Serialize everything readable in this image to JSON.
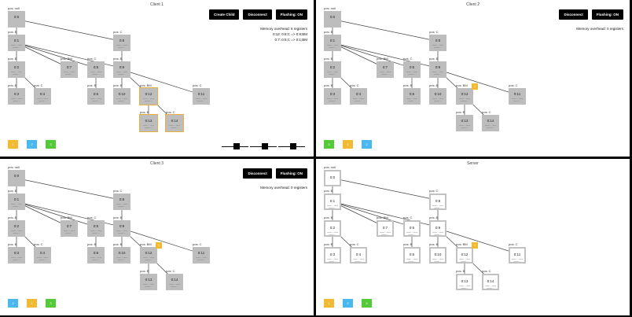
{
  "panels": [
    {
      "id": "client1",
      "title": "Client 1",
      "buttons": [
        "Create Child",
        "Disconnect",
        "Flushing: ON"
      ],
      "memory": [
        "Memory overhead: 6 registers",
        "0:12: 0:8;C => 0:9;BM",
        "0:7: 0:5;C => 0:1;BM"
      ],
      "swatches": [
        {
          "label": "1",
          "color": "#f2b932"
        },
        {
          "label": "2",
          "color": "#4ab8ec"
        },
        {
          "label": "3",
          "color": "#54c93a"
        }
      ],
      "highlight": [
        "0:12",
        "0:13",
        "0:14"
      ],
      "badge": null,
      "sliders": 3
    },
    {
      "id": "client2",
      "title": "Client 2",
      "buttons": [
        "Disconnect",
        "Flushing: ON"
      ],
      "memory": [
        "Memory overhead: 0 registers"
      ],
      "swatches": [
        {
          "label": "3",
          "color": "#54c93a"
        },
        {
          "label": "1",
          "color": "#f2b932"
        },
        {
          "label": "2",
          "color": "#4ab8ec"
        }
      ],
      "highlight": [],
      "badge": "1",
      "sliders": 0
    },
    {
      "id": "client3",
      "title": "Client 3",
      "buttons": [
        "Disconnect",
        "Flushing: ON"
      ],
      "memory": [
        "Memory overhead: 0 registers"
      ],
      "swatches": [
        {
          "label": "2",
          "color": "#4ab8ec"
        },
        {
          "label": "1",
          "color": "#f2b932"
        },
        {
          "label": "3",
          "color": "#54c93a"
        }
      ],
      "highlight": [],
      "badge": "1",
      "sliders": 0
    },
    {
      "id": "server",
      "title": "Server",
      "buttons": [],
      "memory": [],
      "swatches": [
        {
          "label": "1",
          "color": "#f2b932"
        },
        {
          "label": "2",
          "color": "#4ab8ec"
        },
        {
          "label": "3",
          "color": "#54c93a"
        }
      ],
      "highlight": [],
      "badge": "1",
      "sliders": 0
    }
  ],
  "tree": {
    "nodes": [
      {
        "id": "0:0",
        "pos": "pos: null",
        "subtitle": ""
      },
      {
        "id": "0:1",
        "pos": "pos: B",
        "subtitle": "cause: -- close\nparent: --"
      },
      {
        "id": "0:8",
        "pos": "pos: C",
        "subtitle": "cause: -- close\nparent: --"
      },
      {
        "id": "0:2",
        "pos": "pos: B",
        "subtitle": "cause: -- close\nparent: --"
      },
      {
        "id": "0:7",
        "pos": "pos: BM",
        "subtitle": "cause: -- close\nparent: --"
      },
      {
        "id": "0:5",
        "pos": "pos: C",
        "subtitle": "cause: -- close\nparent: --"
      },
      {
        "id": "0:9",
        "pos": "pos: B",
        "subtitle": "cause: -- close\nparent: --"
      },
      {
        "id": "0:3",
        "pos": "pos: B",
        "subtitle": "cause: -- close\nparent: --"
      },
      {
        "id": "0:4",
        "pos": "pos: C",
        "subtitle": "cause: -- close\nparent: --"
      },
      {
        "id": "0:6",
        "pos": "pos: B",
        "subtitle": "cause: -- close\nparent: --"
      },
      {
        "id": "0:10",
        "pos": "pos: B",
        "subtitle": "cause: -- close\nparent: --"
      },
      {
        "id": "0:12",
        "pos": "pos: BM",
        "subtitle": "cause: -- close\nparent: --"
      },
      {
        "id": "0:11",
        "pos": "pos: C",
        "subtitle": "cause: -- close\nparent: --"
      },
      {
        "id": "0:13",
        "pos": "pos: B",
        "subtitle": "cause: -- close\nparent: --"
      },
      {
        "id": "0:14",
        "pos": "pos: C",
        "subtitle": "cause: -- close\nparent: --"
      }
    ],
    "edges": [
      [
        "0:0",
        "0:1"
      ],
      [
        "0:0",
        "0:8"
      ],
      [
        "0:1",
        "0:2"
      ],
      [
        "0:1",
        "0:7"
      ],
      [
        "0:1",
        "0:5"
      ],
      [
        "0:1",
        "0:9"
      ],
      [
        "0:2",
        "0:3"
      ],
      [
        "0:2",
        "0:4"
      ],
      [
        "0:5",
        "0:6"
      ],
      [
        "0:8",
        "0:9"
      ],
      [
        "0:9",
        "0:10"
      ],
      [
        "0:9",
        "0:12"
      ],
      [
        "0:9",
        "0:11"
      ],
      [
        "0:12",
        "0:13"
      ],
      [
        "0:12",
        "0:14"
      ]
    ]
  }
}
